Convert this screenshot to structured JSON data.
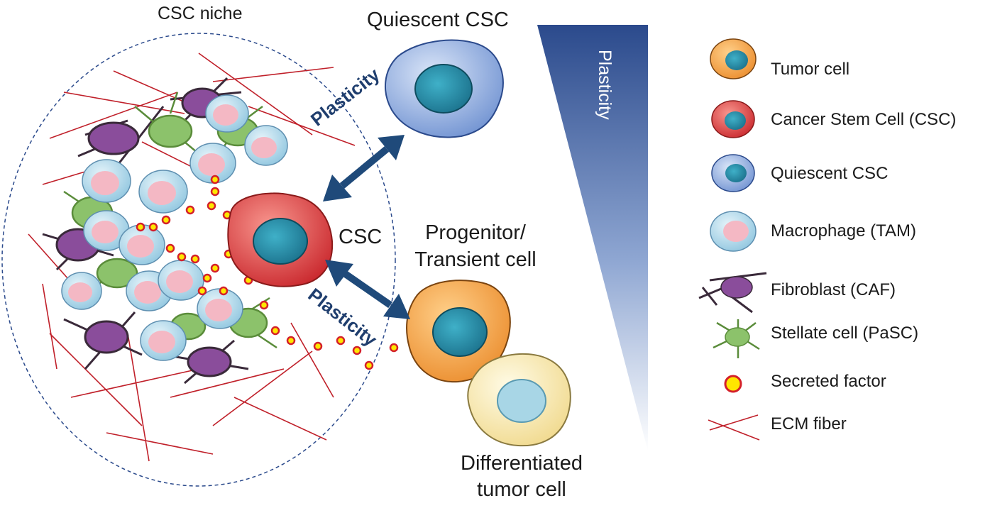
{
  "niche": {
    "title": "CSC niche"
  },
  "center_cell": {
    "label": "CSC"
  },
  "quiescent": {
    "label": "Quiescent CSC"
  },
  "progenitor": {
    "line1": "Progenitor/",
    "line2": "Transient cell"
  },
  "differentiated": {
    "line1": "Differentiated",
    "line2": "tumor cell"
  },
  "arrows": {
    "upper_label": "Plasticity",
    "lower_label": "Plasticity"
  },
  "gradient": {
    "label": "Plasticity",
    "color_top": "#2b4a8c",
    "color_bottom": "#ffffff"
  },
  "legend": {
    "items": [
      {
        "icon": "tumor-cell-icon",
        "label": "Tumor cell"
      },
      {
        "icon": "cancer-stem-cell-icon",
        "label": "Cancer Stem Cell (CSC)"
      },
      {
        "icon": "quiescent-csc-icon",
        "label": "Quiescent CSC"
      },
      {
        "icon": "macrophage-icon",
        "label": "Macrophage (TAM)"
      },
      {
        "icon": "fibroblast-icon",
        "label": "Fibroblast (CAF)"
      },
      {
        "icon": "stellate-cell-icon",
        "label": "Stellate cell (PaSC)"
      },
      {
        "icon": "secreted-factor-icon",
        "label": "Secreted factor"
      },
      {
        "icon": "ecm-fiber-icon",
        "label": "ECM fiber"
      }
    ]
  },
  "colors": {
    "arrow": "#1f4a7a",
    "ecm_fiber": "#c0202a",
    "secreted_fill": "#ffe600",
    "secreted_stroke": "#d4202a",
    "tumor_cell": "#f5a64a",
    "csc": "#e0413b",
    "quiescent": "#8fb0e0",
    "macrophage": "#a9d3e8",
    "fibroblast": "#8a4d9b",
    "stellate": "#8cc26b",
    "nucleus": "#2a8fa8"
  }
}
